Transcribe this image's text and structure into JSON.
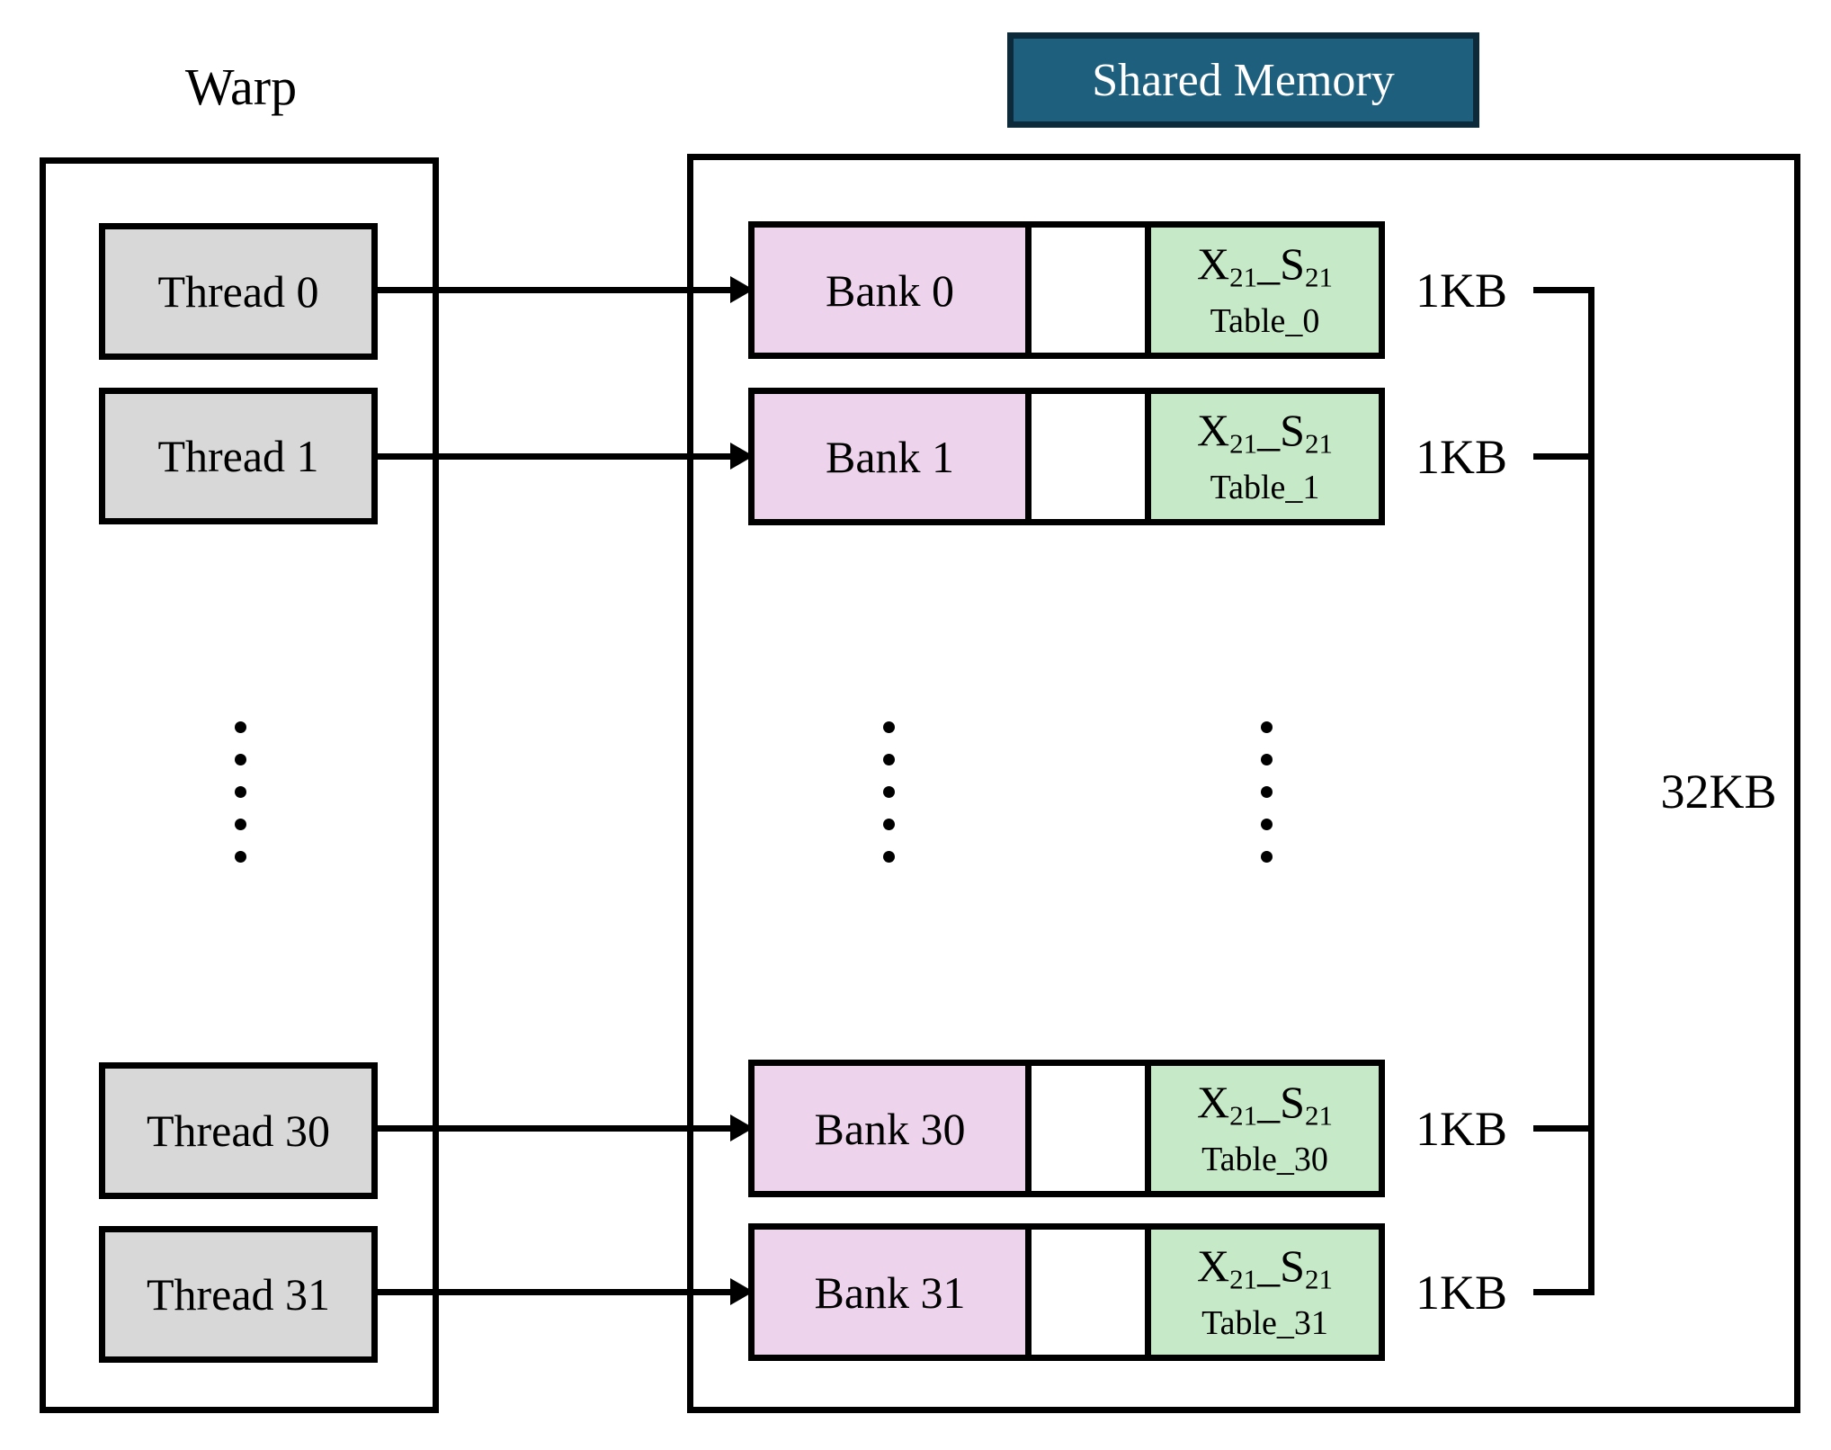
{
  "labels": {
    "warp": "Warp",
    "shared_memory": "Shared Memory",
    "total_size": "32KB"
  },
  "warp": {
    "threads": [
      {
        "label": "Thread 0"
      },
      {
        "label": "Thread 1"
      },
      {
        "label": "Thread 30"
      },
      {
        "label": "Thread 31"
      }
    ]
  },
  "shared_memory": {
    "rows": [
      {
        "bank": "Bank 0",
        "table_x": "X",
        "table_x_sub": "21",
        "table_sep": "_",
        "table_s": "S",
        "table_s_sub": "21",
        "table_name": "Table_0",
        "size": "1KB"
      },
      {
        "bank": "Bank 1",
        "table_x": "X",
        "table_x_sub": "21",
        "table_sep": "_",
        "table_s": "S",
        "table_s_sub": "21",
        "table_name": "Table_1",
        "size": "1KB"
      },
      {
        "bank": "Bank 30",
        "table_x": "X",
        "table_x_sub": "21",
        "table_sep": "_",
        "table_s": "S",
        "table_s_sub": "21",
        "table_name": "Table_30",
        "size": "1KB"
      },
      {
        "bank": "Bank 31",
        "table_x": "X",
        "table_x_sub": "21",
        "table_sep": "_",
        "table_s": "S",
        "table_s_sub": "21",
        "table_name": "Table_31",
        "size": "1KB"
      }
    ]
  },
  "colors": {
    "title_fill": "#1E5F7E",
    "title_border": "#0D2A3B",
    "thread_fill": "#D8D8D8",
    "bank_fill": "#EED3EC",
    "table_fill": "#C6E9C7"
  }
}
